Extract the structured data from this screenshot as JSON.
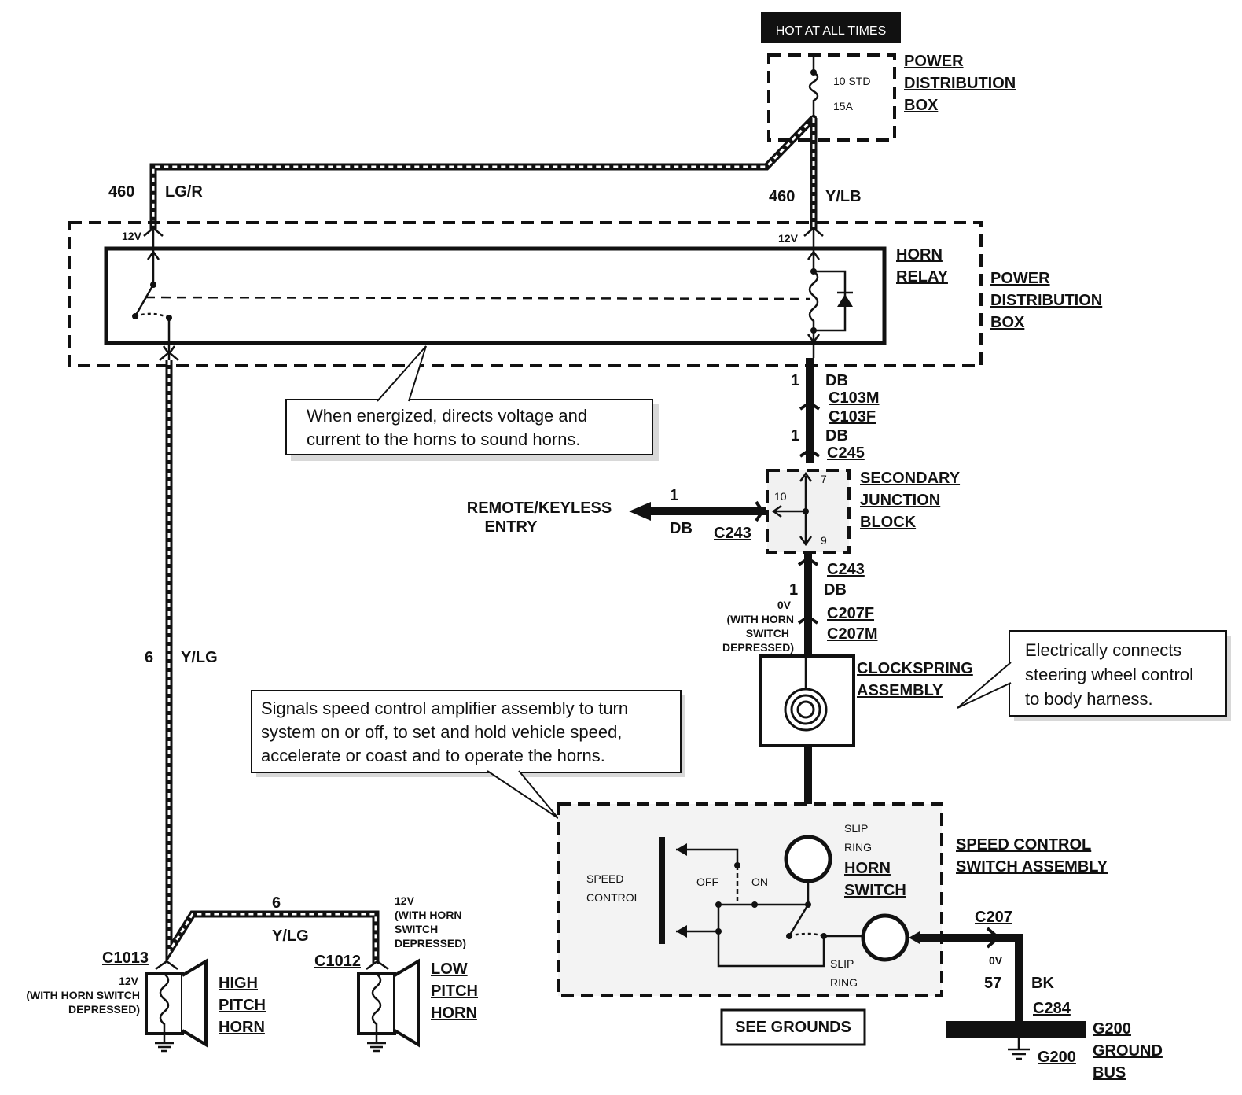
{
  "header_badge": "HOT AT ALL TIMES",
  "fuse": {
    "rating": "10 STD",
    "amps": "15A"
  },
  "components": {
    "pdb_top": [
      "POWER",
      "DISTRIBUTION",
      "BOX"
    ],
    "horn_relay": [
      "HORN",
      "RELAY"
    ],
    "pdb_main": [
      "POWER",
      "DISTRIBUTION",
      "BOX"
    ],
    "sjb": [
      "SECONDARY",
      "JUNCTION",
      "BLOCK"
    ],
    "clockspring": [
      "CLOCKSPRING",
      "ASSEMBLY"
    ],
    "scs": [
      "SPEED CONTROL",
      "SWITCH ASSEMBLY"
    ],
    "high_horn": [
      "HIGH",
      "PITCH",
      "HORN"
    ],
    "low_horn": [
      "LOW",
      "PITCH",
      "HORN"
    ],
    "ground_bus": [
      "G200",
      "GROUND",
      "BUS"
    ],
    "remote": [
      "REMOTE/KEYLESS",
      "ENTRY"
    ],
    "see_grounds": "SEE GROUNDS"
  },
  "wires": {
    "w460_left": {
      "circuit": "460",
      "color": "LG/R"
    },
    "w460_right": {
      "circuit": "460",
      "color": "Y/LB"
    },
    "db1": {
      "circuit": "1",
      "color": "DB"
    },
    "db2": {
      "circuit": "1",
      "color": "DB"
    },
    "db_remote": {
      "circuit": "1",
      "color": "DB"
    },
    "db3": {
      "circuit": "1",
      "color": "DB"
    },
    "ylg_left": {
      "circuit": "6",
      "color": "Y/LG"
    },
    "ylg_bottom": {
      "circuit": "6",
      "color": "Y/LG"
    },
    "ground": {
      "circuit": "57",
      "color": "BK"
    }
  },
  "connectors": {
    "c103m": "C103M",
    "c103f": "C103F",
    "c245": "C245",
    "c243_left": "C243",
    "c243_bottom": "C243",
    "c207f": "C207F",
    "c207m": "C207M",
    "c207": "C207",
    "c284": "C284",
    "g200": "G200",
    "c1013": "C1013",
    "c1012": "C1012"
  },
  "pins": {
    "sjb_in": "7",
    "sjb_left": "10",
    "sjb_out": "9"
  },
  "voltages": {
    "relay_left": "12V",
    "relay_right": "12V",
    "clock_0v": [
      "0V",
      "(WITH HORN",
      "SWITCH",
      "DEPRESSED)"
    ],
    "low_horn_12v": [
      "12V",
      "(WITH HORN",
      "SWITCH",
      "DEPRESSED)"
    ],
    "high_horn_12v": [
      "12V",
      "(WITH HORN SWITCH",
      "DEPRESSED)"
    ],
    "ground_0v": "0V"
  },
  "switch_labels": {
    "speed_control": [
      "SPEED",
      "CONTROL"
    ],
    "off": "OFF",
    "on": "ON",
    "slip_ring_top": [
      "SLIP",
      "RING"
    ],
    "horn_switch": [
      "HORN",
      "SWITCH"
    ],
    "slip_ring_bottom": [
      "SLIP",
      "RING"
    ]
  },
  "notes": {
    "relay": [
      "When energized, directs voltage and",
      "current to the horns to sound horns."
    ],
    "clockspring": [
      "Electrically connects",
      "steering wheel control",
      "to body harness."
    ],
    "speed_control": [
      "Signals speed control amplifier assembly to turn",
      "system on or off, to set and hold vehicle speed,",
      "accelerate or coast and to operate the horns."
    ]
  }
}
